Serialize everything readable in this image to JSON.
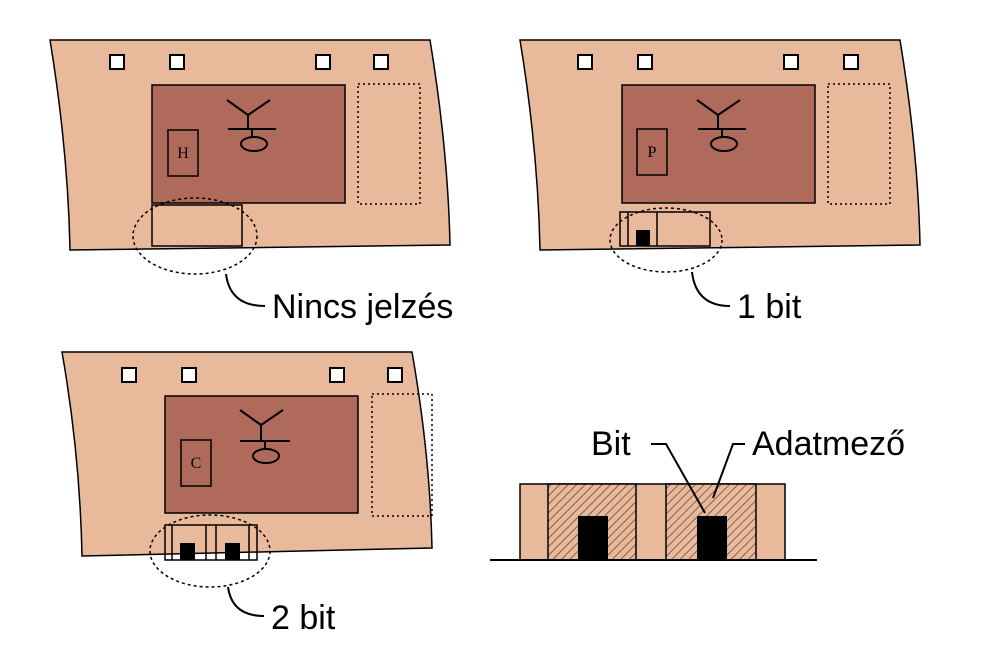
{
  "colors": {
    "film": "#e8b99b",
    "picture": "#b06a5c",
    "ink": "#000000",
    "bit_mark": "#000000"
  },
  "panels": [
    {
      "id": "no-signal",
      "frame_letter": "H",
      "callout": "Nincs jelzés",
      "bits": 0
    },
    {
      "id": "one-bit",
      "frame_letter": "P",
      "callout": "1 bit",
      "bits": 1
    },
    {
      "id": "two-bit",
      "frame_letter": "C",
      "callout": "2 bit",
      "bits": 2
    }
  ],
  "detail": {
    "bit_label": "Bit",
    "data_field_label": "Adatmező"
  }
}
